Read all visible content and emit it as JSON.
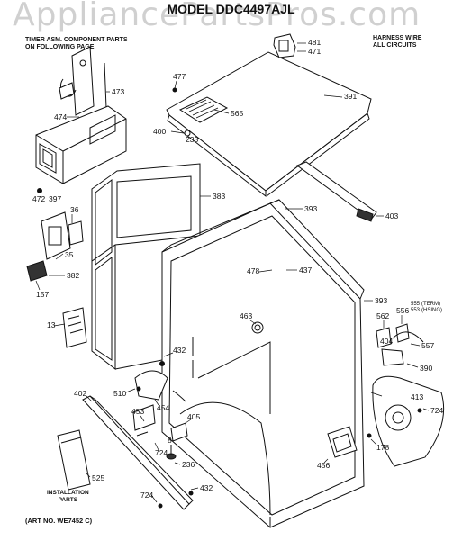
{
  "watermark": "AppliancePartsPros.com",
  "title": "MODEL DDC4497AJL",
  "notes": {
    "timer_line1": "TIMER ASM. COMPONENT PARTS",
    "timer_line2": "ON FOLLOWING PAGE",
    "harness_line1": "HARNESS WIRE",
    "harness_line2": "ALL CIRCUITS",
    "installation_line1": "INSTALLATION",
    "installation_line2": "PARTS",
    "art_no": "(ART NO. WE7452 C)"
  },
  "callouts": {
    "c481": "481",
    "c471": "471",
    "c477": "477",
    "c391": "391",
    "c565": "565",
    "c473": "473",
    "c474": "474",
    "c400": "400",
    "c233": "233",
    "c472": "472",
    "c397": "397",
    "c383": "383",
    "c393a": "393",
    "c403": "403",
    "c36": "36",
    "c35": "35",
    "c382": "382",
    "c157": "157",
    "c13": "13",
    "c478": "478",
    "c437": "437",
    "c393b": "393",
    "c463": "463",
    "c555": "555",
    "c555note": "(TERM)",
    "c553": "553",
    "c553note": "(HSING)",
    "c556": "556",
    "c562": "562",
    "c404": "404",
    "c557": "557",
    "c390": "390",
    "c432a": "432",
    "c510": "510",
    "c454": "454",
    "c402": "402",
    "c453": "453",
    "c405": "405",
    "c413": "413",
    "c724a": "724",
    "c724b": "724",
    "c8": "8",
    "c236": "236",
    "c178": "178",
    "c456": "456",
    "c525": "525",
    "c724c": "724",
    "c432b": "432"
  }
}
